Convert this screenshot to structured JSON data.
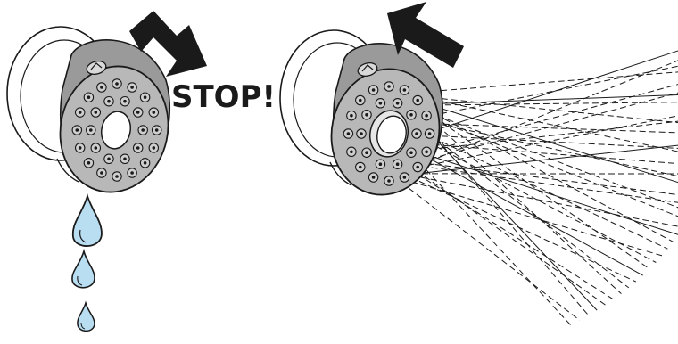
{
  "diagram": {
    "stop_label": "STOP!",
    "colors": {
      "outline": "#1a1a1a",
      "head_fill": "#b8b8b8",
      "head_shadow": "#8c8c8c",
      "arrow_fill": "#1a1a1a",
      "water_fill": "#b9def2",
      "water_outline": "#1a1a1a",
      "background": "#ffffff"
    },
    "icons": [
      "shower-head-icon",
      "direction-arrow-icon",
      "water-drop-icon",
      "water-spray-icon"
    ],
    "left_panel": {
      "state": "dripping",
      "drop_count": 3
    },
    "right_panel": {
      "state": "spraying"
    }
  }
}
